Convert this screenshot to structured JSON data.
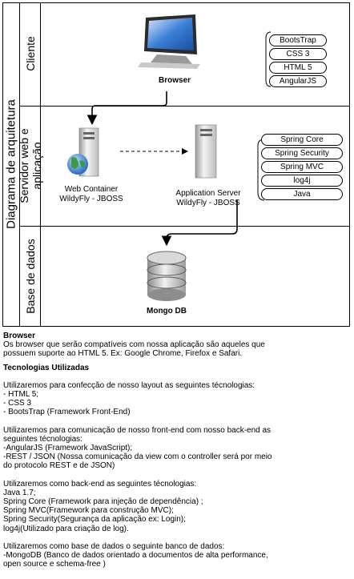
{
  "diagram": {
    "title": "Diagrama de arquitetura",
    "lanes": {
      "client": "Cliente",
      "server": "Servidor web e aplicação",
      "database": "Base de dados"
    },
    "nodes": {
      "browser": "Browser",
      "web_container_line1": "Web Container",
      "web_container_line2": "WildyFly - JBOSS",
      "app_server_line1": "Application Server",
      "app_server_line2": "WildyFly - JBOSS",
      "db": "Mongo DB"
    },
    "client_tech": [
      "BootsTrap",
      "CSS 3",
      "HTML 5",
      "AngularJS"
    ],
    "server_tech": [
      "Spring Core",
      "Spring Security",
      "Spring MVC",
      "log4j",
      "Java"
    ]
  },
  "description": {
    "browser_heading": "Browser",
    "browser_lines": [
      "Os browser que serão compatíveis com nossa aplicação são aqueles que",
      "possuem suporte ao HTML 5. Ex: Google Chrome, Firefox e Safari."
    ],
    "tech_heading": "Tecnologias Utilizadas",
    "frontend_lines": [
      "Utilizaremos para confecção de nosso layout  as seguintes técnologias:",
      "- HTML 5;",
      "- CSS 3",
      "- BootsTrap (Framework Front-End)"
    ],
    "comm_lines": [
      "Utilizaremos para comunicação de nosso front-end com nosso back-end as",
      "seguintes técnologias:",
      "-AngularJS (Framework JavaScript);",
      "-REST / JSON (Nossa comunicação da view com o controller será por meio",
      "do protocolo REST e de JSON)"
    ],
    "backend_lines": [
      "Utilizaremos como back-end as seguintes técnologias:",
      "Java 1.7;",
      "Spring Core (Framework para injeção de dependência) ;",
      "Spring MVC(Framework para construção MVC);",
      "Spring Security(Segurança da aplicação ex: Login);",
      "log4j(Utilizado para criação de log)."
    ],
    "db_lines": [
      "Utilizaremos como base de dados o seguinte banco de dados:",
      "-MongoDB (Banco de dados orientado a documentos de alta performance,",
      "open source e schema-free )"
    ]
  }
}
